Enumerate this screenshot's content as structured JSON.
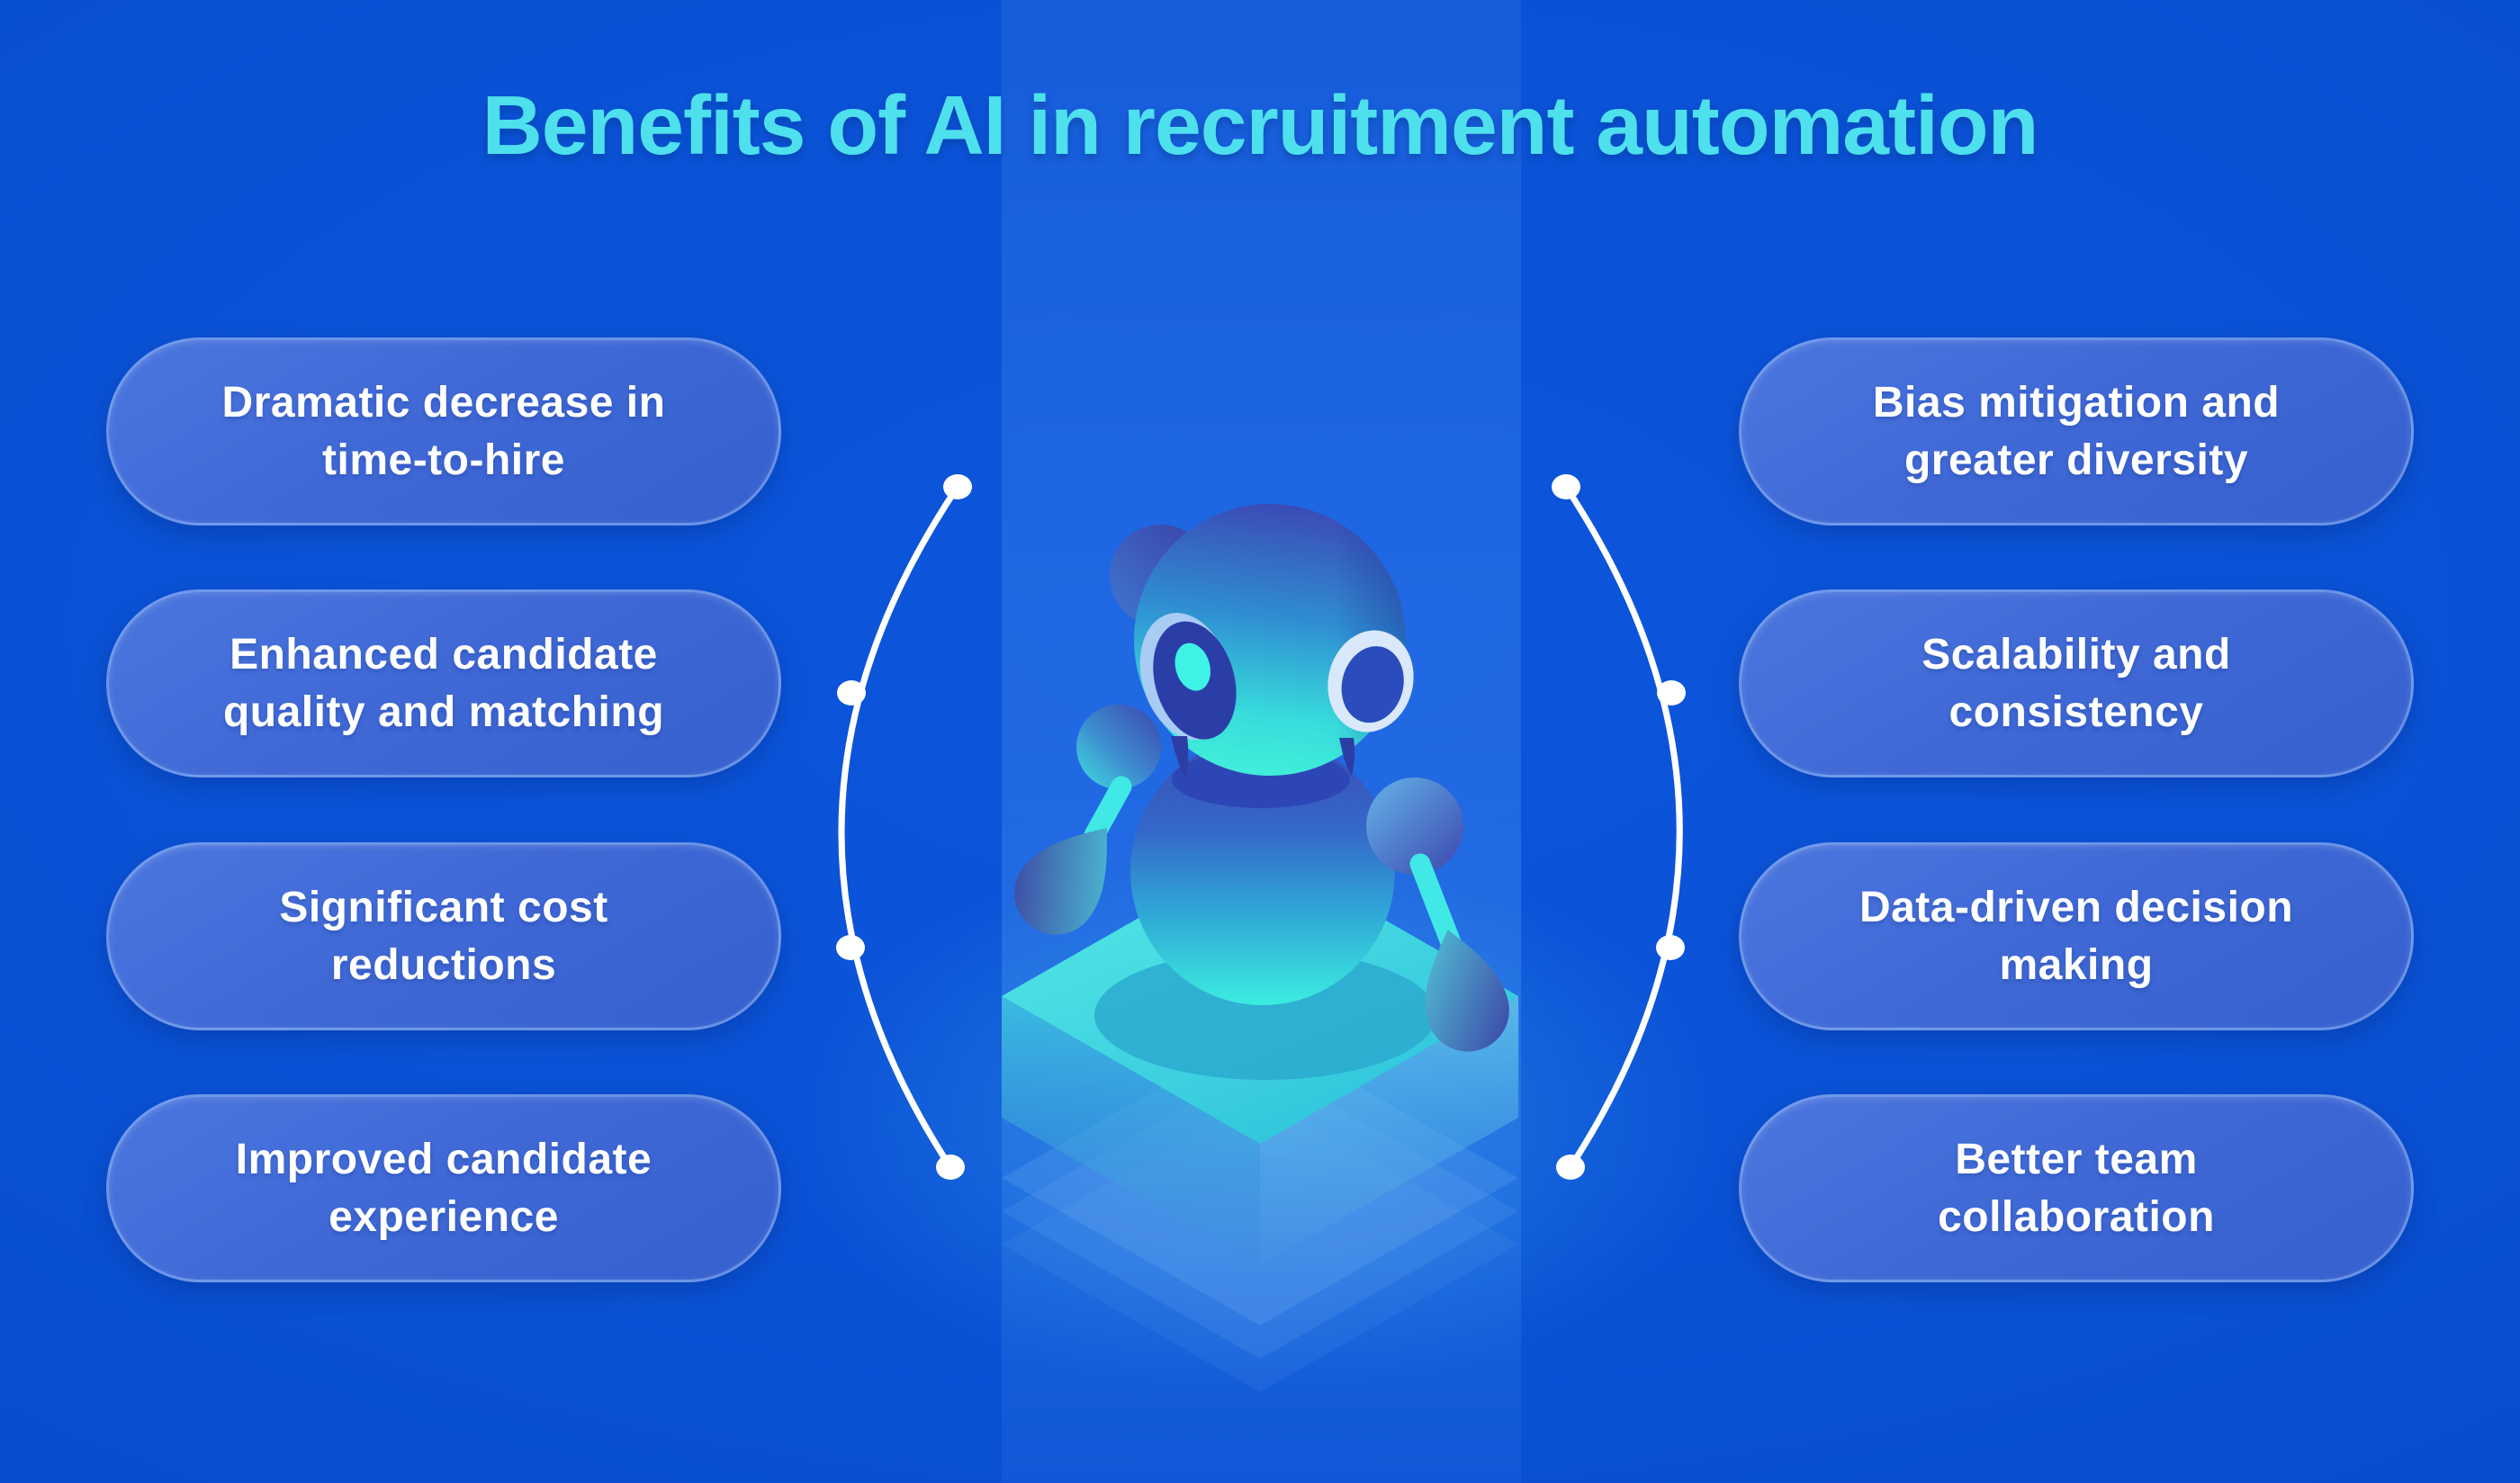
{
  "title": {
    "text": "Benefits of AI in recruitment automation"
  },
  "benefits": {
    "left": [
      {
        "label": "Dramatic decrease in\ntime-to-hire"
      },
      {
        "label": "Enhanced candidate\nquality and matching"
      },
      {
        "label": "Significant cost\nreductions"
      },
      {
        "label": "Improved candidate\nexperience"
      }
    ],
    "right": [
      {
        "label": "Bias mitigation and\ngreater diversity"
      },
      {
        "label": "Scalability and\nconsistency"
      },
      {
        "label": "Data-driven decision\nmaking"
      },
      {
        "label": "Better team\ncollaboration"
      }
    ]
  },
  "illustration": {
    "name": "ai-robot-on-isometric-platform"
  },
  "colors": {
    "title": "#4EE0ED",
    "background_center": "#0C55DC",
    "background_edge": "#0343BD",
    "card_fill_light": "#4B76DE",
    "card_fill_dark": "#3560CE",
    "card_border": "#90B8F6",
    "card_text": "#FFFFFF",
    "connector": "#FFFFFF",
    "robot_indigo": "#3A4DB5",
    "robot_teal": "#3BEDE0",
    "platform_cyan": "#4FE5E3"
  }
}
